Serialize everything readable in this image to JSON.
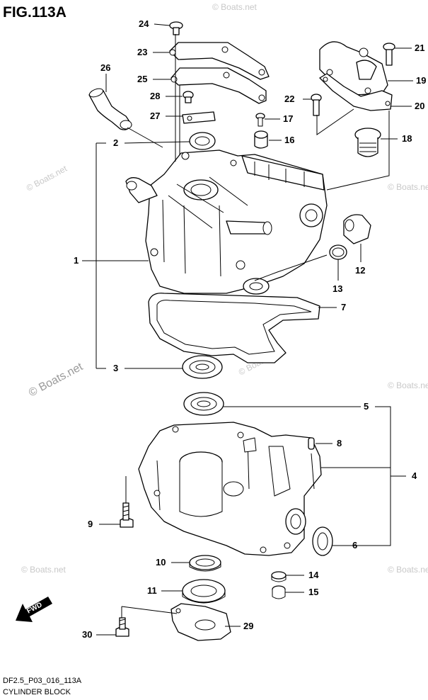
{
  "figure": {
    "title": "FIG.113A",
    "code": "DF2.5_P03_016_113A",
    "caption": "CYLINDER BLOCK",
    "watermark": "© Boats.net",
    "fwd_label": "FWD"
  },
  "callouts": {
    "c1": "1",
    "c2": "2",
    "c3": "3",
    "c4": "4",
    "c5": "5",
    "c6": "6",
    "c7": "7",
    "c8": "8",
    "c9": "9",
    "c10": "10",
    "c11": "11",
    "c12": "12",
    "c13": "13",
    "c14": "14",
    "c15": "15",
    "c16": "16",
    "c17": "17",
    "c18": "18",
    "c19": "19",
    "c20": "20",
    "c21": "21",
    "c22": "22",
    "c23": "23",
    "c24": "24",
    "c25": "25",
    "c26": "26",
    "c27": "27",
    "c28": "28",
    "c29": "29",
    "c30": "30"
  },
  "colors": {
    "line": "#000000",
    "watermark": "#9a9a9a",
    "background": "#ffffff"
  }
}
